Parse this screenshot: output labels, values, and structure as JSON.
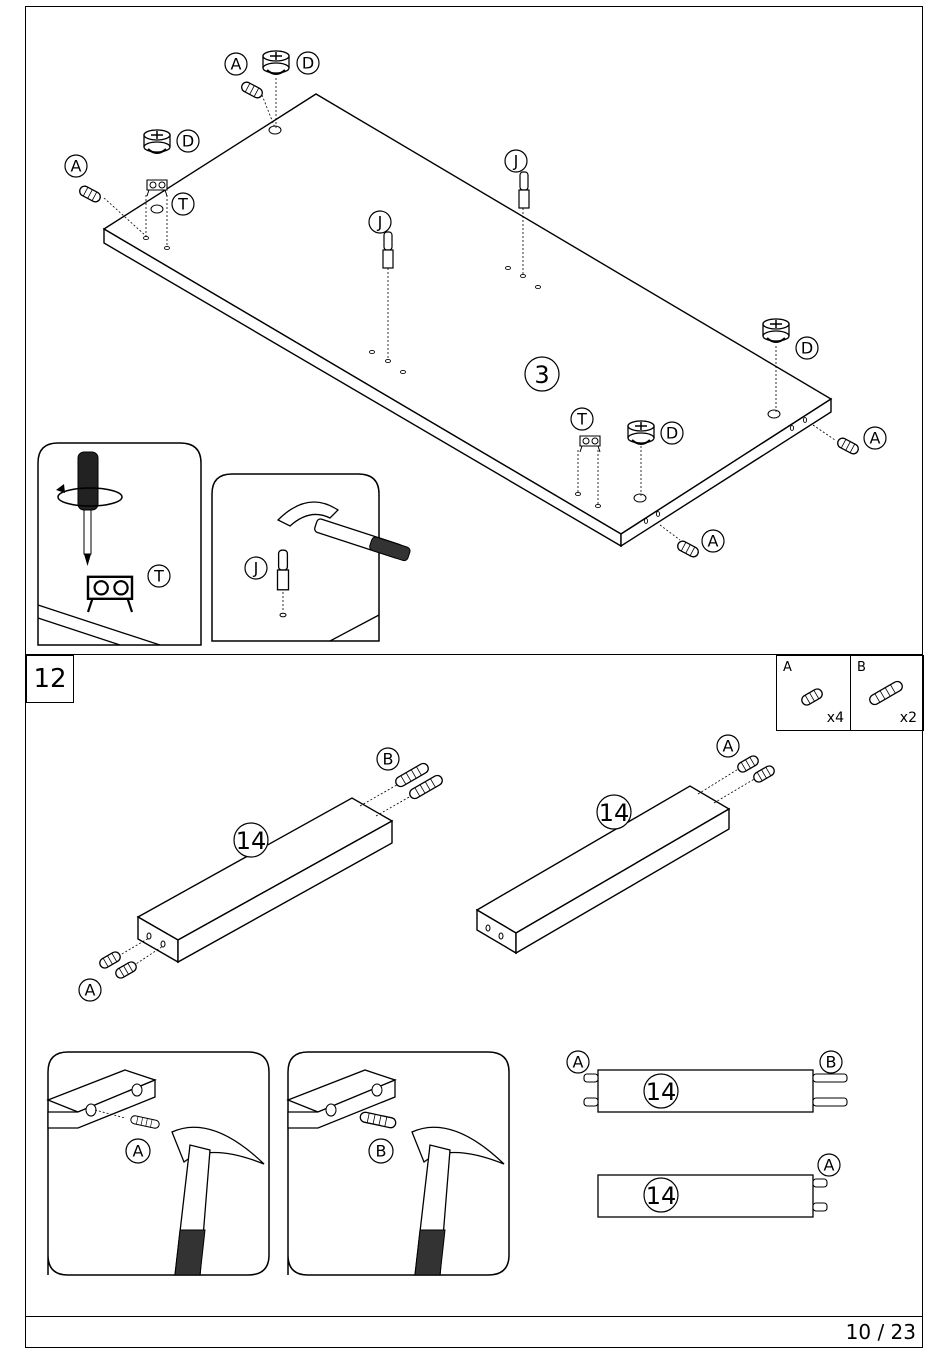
{
  "step": {
    "number": "12"
  },
  "page": {
    "number": "10 / 23"
  },
  "parts": [
    {
      "letter": "A",
      "quantity": "x4"
    },
    {
      "letter": "B",
      "quantity": "x2"
    }
  ],
  "top_scene": {
    "panel_number": "3",
    "callouts": {
      "A": "A",
      "D": "D",
      "J": "J",
      "T": "T"
    }
  },
  "bottom_scene": {
    "panel_number": "14",
    "dowel_a": "A",
    "dowel_b": "B"
  }
}
